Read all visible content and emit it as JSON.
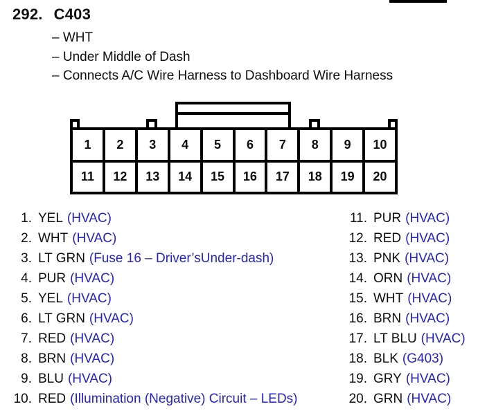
{
  "page": {
    "title_number": "292.",
    "title_code": "C403",
    "bullets": [
      "– WHT",
      "– Under Middle of Dash",
      "– Connects A/C Wire Harness to Dashboard Wire Harness"
    ]
  },
  "connector": {
    "description": "20-pin connector, two rows, central locking tab, keying bumps",
    "top_row": [
      "1",
      "2",
      "3",
      "4",
      "5",
      "6",
      "7",
      "8",
      "9",
      "10"
    ],
    "bottom_row": [
      "11",
      "12",
      "13",
      "14",
      "15",
      "16",
      "17",
      "18",
      "19",
      "20"
    ]
  },
  "pins": {
    "left": [
      {
        "num": "1.",
        "color": "YEL",
        "circuit": "(HVAC)"
      },
      {
        "num": "2.",
        "color": "WHT",
        "circuit": "(HVAC)"
      },
      {
        "num": "3.",
        "color": "LT GRN",
        "circuit": "(Fuse 16 – Driver’sUnder-dash)"
      },
      {
        "num": "4.",
        "color": "PUR",
        "circuit": "(HVAC)"
      },
      {
        "num": "5.",
        "color": "YEL",
        "circuit": "(HVAC)"
      },
      {
        "num": "6.",
        "color": "LT GRN",
        "circuit": "(HVAC)"
      },
      {
        "num": "7.",
        "color": "RED",
        "circuit": "(HVAC)"
      },
      {
        "num": "8.",
        "color": "BRN",
        "circuit": "(HVAC)"
      },
      {
        "num": "9.",
        "color": "BLU",
        "circuit": "(HVAC)"
      },
      {
        "num": "10.",
        "color": "RED",
        "circuit": "(Illumination (Negative) Circuit – LEDs)"
      }
    ],
    "right": [
      {
        "num": "11.",
        "color": "PUR",
        "circuit": "(HVAC)"
      },
      {
        "num": "12.",
        "color": "RED",
        "circuit": "(HVAC)"
      },
      {
        "num": "13.",
        "color": "PNK",
        "circuit": "(HVAC)"
      },
      {
        "num": "14.",
        "color": "ORN",
        "circuit": "(HVAC)"
      },
      {
        "num": "15.",
        "color": "WHT",
        "circuit": "(HVAC)"
      },
      {
        "num": "16.",
        "color": "BRN",
        "circuit": "(HVAC)"
      },
      {
        "num": "17.",
        "color": "LT BLU",
        "circuit": "(HVAC)"
      },
      {
        "num": "18.",
        "color": "BLK",
        "circuit": "(G403)"
      },
      {
        "num": "19.",
        "color": "GRY",
        "circuit": "(HVAC)"
      },
      {
        "num": "20.",
        "color": "GRN",
        "circuit": "(HVAC)"
      }
    ]
  },
  "colors": {
    "circuit_blue": "#2424c0",
    "ink": "#0d0d0d"
  }
}
